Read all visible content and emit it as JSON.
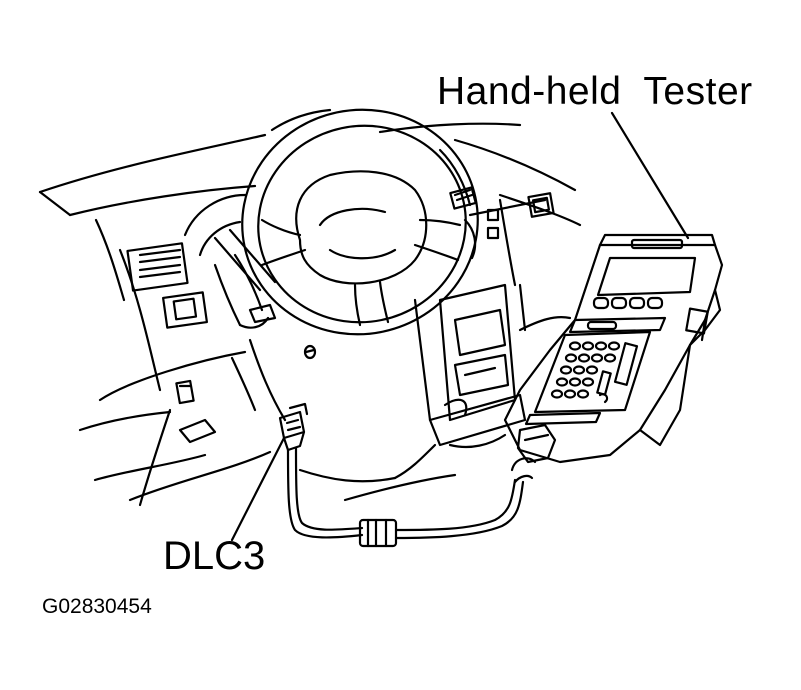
{
  "labels": {
    "tester": "Hand-held  Tester",
    "dlc": "DLC3",
    "figure_code": "G02830454"
  },
  "colors": {
    "line": "#000000",
    "background": "#ffffff"
  }
}
